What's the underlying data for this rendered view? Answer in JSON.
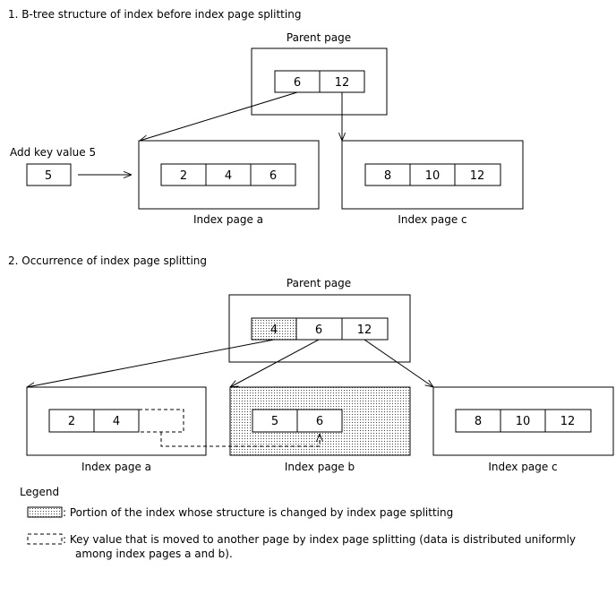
{
  "section1": {
    "title": "1. B-tree structure of index before index page splitting",
    "parent_label": "Parent page",
    "parent_keys": [
      "6",
      "12"
    ],
    "add_label": "Add key value 5",
    "add_key": "5",
    "page_a_keys": [
      "2",
      "4",
      "6"
    ],
    "page_a_label": "Index page a",
    "page_c_keys": [
      "8",
      "10",
      "12"
    ],
    "page_c_label": "Index page c"
  },
  "section2": {
    "title": "2. Occurrence of index page splitting",
    "parent_label": "Parent page",
    "parent_keys": [
      "4",
      "6",
      "12"
    ],
    "page_a_keys": [
      "2",
      "4"
    ],
    "page_a_label": "Index page a",
    "page_b_keys": [
      "5",
      "6"
    ],
    "page_b_label": "Index page b",
    "page_c_keys": [
      "8",
      "10",
      "12"
    ],
    "page_c_label": "Index page c"
  },
  "legend": {
    "title": "Legend",
    "changed_text": ":  Portion of the index whose structure is changed by index page splitting",
    "moved_text_line1": ":  Key value that is moved to another page by index page splitting (data is distributed uniformly",
    "moved_text_line2": "among index pages a and b)."
  }
}
